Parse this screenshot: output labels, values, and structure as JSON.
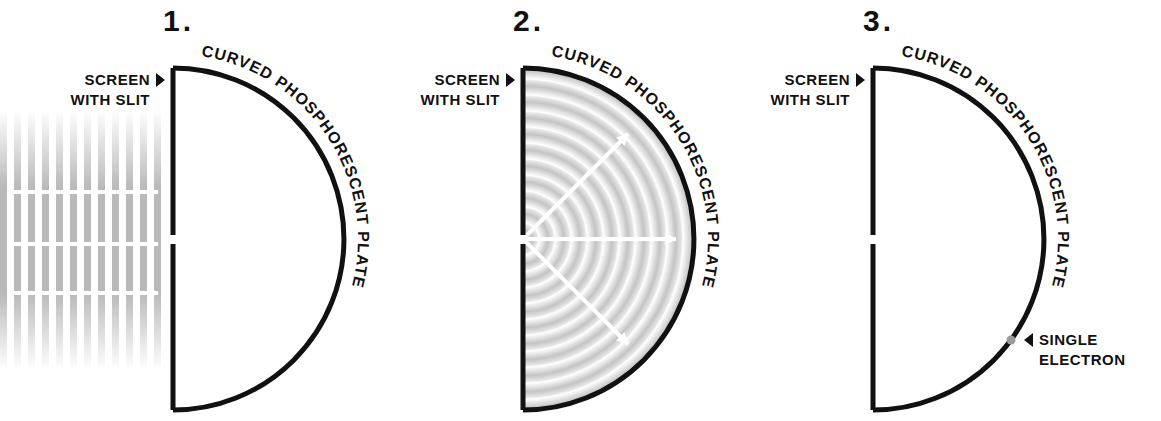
{
  "diagram": {
    "labels": [
      "1.",
      "SCREEN WITH SLIT",
      "CURVED PHOSPHORESCENT PLATE",
      "2.",
      "SCREEN WITH SLIT",
      "CURVED PHOSPHORESCENT PLATE",
      "3.",
      "SCREEN WITH SLIT",
      "CURVED PHOSPHORESCENT PLATE",
      "SINGLE ELECTRON"
    ]
  }
}
